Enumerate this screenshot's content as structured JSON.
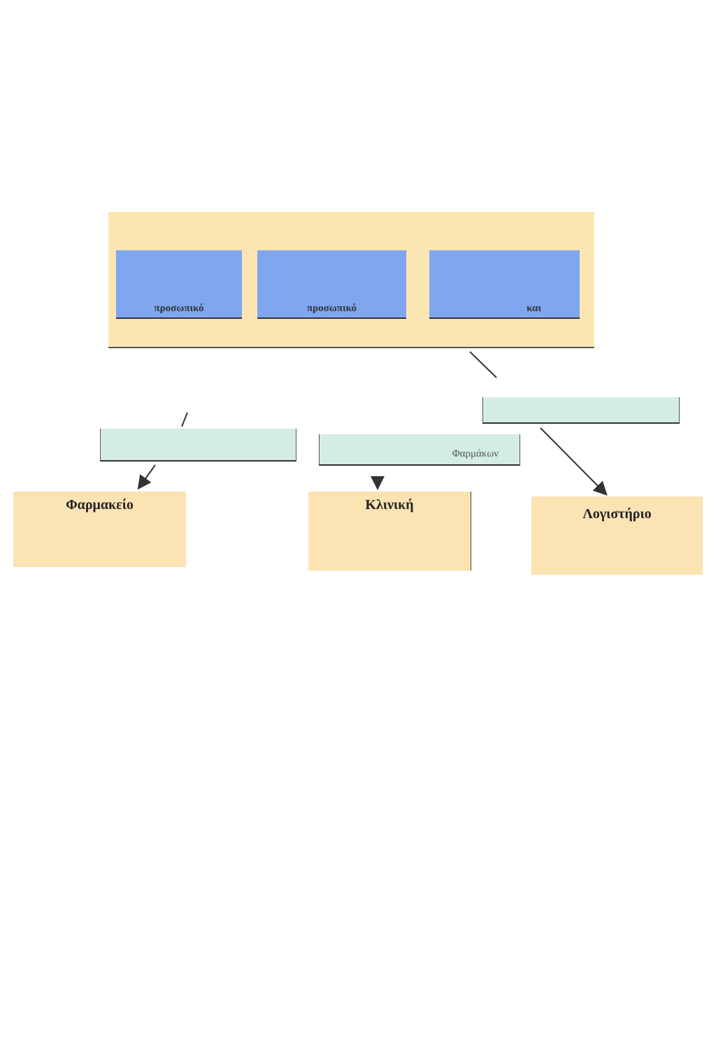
{
  "diagram": {
    "top_group": {
      "boxes": [
        {
          "label": "προσωπικό"
        },
        {
          "label": "προσωπικό"
        },
        {
          "label": "και"
        }
      ]
    },
    "middle": {
      "left_label": "",
      "center_label": "Φαρμάκων",
      "right_label": ""
    },
    "departments": {
      "pharmacy": "Φαρμακείο",
      "clinic": "Κλινική",
      "accounting": "Λογιστήριο"
    }
  }
}
